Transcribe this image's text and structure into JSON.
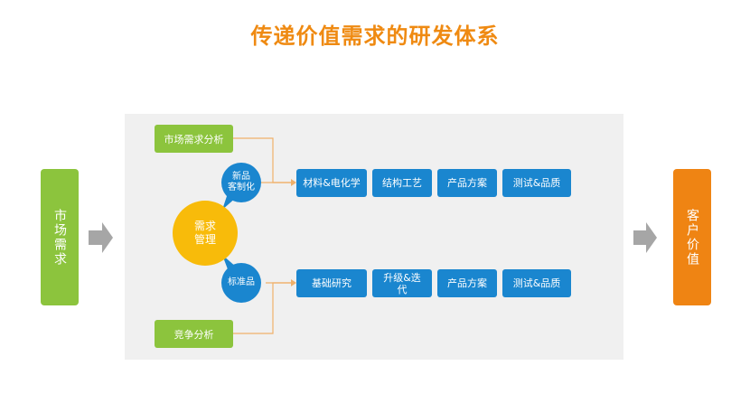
{
  "title": "传递价值需求的研发体系",
  "left_bar": "市场需求",
  "right_bar": "客户价值",
  "market_analysis": "市场需求分析",
  "competition_analysis": "竞争分析",
  "new_product_bubble": "新品\n客制化",
  "standard_bubble": "标准品",
  "center_circle": "需求\n管理",
  "top_row": [
    "材料&电化学",
    "结构工艺",
    "产品方案",
    "测试&品质"
  ],
  "bottom_row": [
    "基础研究",
    "升级&迭\n代",
    "产品方案",
    "测试&品质"
  ],
  "colors": {
    "accent_orange": "#ef8a12",
    "green": "#8cc43d",
    "blue": "#1a86cf",
    "yellow": "#f8bb0a",
    "arrow_gray": "#a6a6a6",
    "connector_orange": "#f0b06a"
  }
}
